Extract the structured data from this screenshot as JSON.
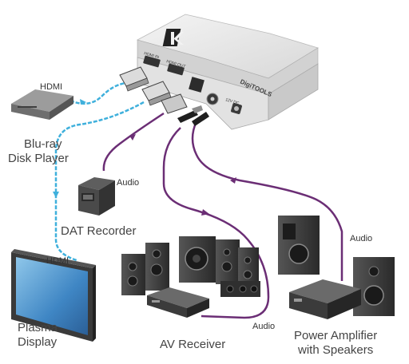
{
  "device": {
    "logo_alt": "Kramer",
    "model_text": "DigiTOOLS",
    "port_hdmi_in": "HDMI IN",
    "port_hdmi_out": "HDMI OUT",
    "port_power": "12V DC"
  },
  "devices": {
    "bluray": {
      "line1": "Blu-ray",
      "line2": "Disk Player"
    },
    "dat": {
      "line1": "DAT Recorder"
    },
    "plasma": {
      "line1": "Plasma",
      "line2": "Display"
    },
    "av_receiver": {
      "line1": "AV Receiver"
    },
    "amplifier": {
      "line1": "Power Amplifier",
      "line2": "with Speakers"
    }
  },
  "cables": {
    "hdmi_in_label": "HDMI",
    "hdmi_out_label": "HDMI",
    "audio_dat_label": "Audio",
    "audio_receiver_label": "Audio",
    "audio_amp_label": "Audio"
  },
  "colors": {
    "hdmi_cable": "#3fb0dc",
    "audio_cable": "#6b2e75",
    "device_body": "#e9e9e9",
    "equipment_dark": "#3a3a3a"
  }
}
